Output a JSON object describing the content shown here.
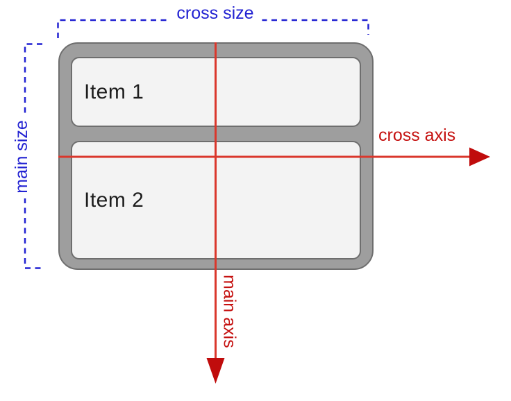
{
  "diagram": {
    "container": {
      "items": [
        {
          "label": "Item 1"
        },
        {
          "label": "Item 2"
        }
      ]
    },
    "annotations": {
      "cross_size": "cross size",
      "main_size": "main size",
      "cross_axis": "cross axis",
      "main_axis": "main axis"
    },
    "icons": {
      "cross_axis_arrowhead": "triangle-right",
      "main_axis_arrowhead": "triangle-down"
    },
    "colors": {
      "size_label_blue": "#2222d2",
      "axis_label_red": "#c51110",
      "axis_line_red": "#da372c",
      "axis_arrow_red": "#c00c0c",
      "container_gray": "#9e9e9e",
      "container_stroke": "#6e6e6e",
      "item_fill": "#f3f3f3",
      "item_stroke": "#6e6e6e",
      "item_text": "#1d1d1d",
      "background": "#ffffff"
    }
  }
}
